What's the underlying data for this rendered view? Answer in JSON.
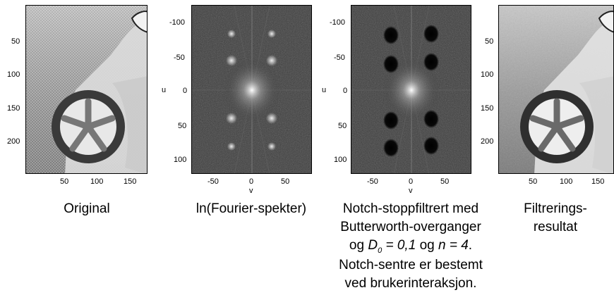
{
  "panels": [
    {
      "caption_lines": [
        "Original"
      ],
      "x_ticks": [
        "50",
        "100",
        "150"
      ],
      "y_ticks": [
        "50",
        "100",
        "150",
        "200"
      ]
    },
    {
      "caption_lines": [
        "ln(Fourier-spekter)"
      ],
      "x_ticks": [
        "-50",
        "0",
        "50"
      ],
      "y_ticks": [
        "-100",
        "-50",
        "0",
        "50",
        "100"
      ],
      "xlabel": "v",
      "ylabel": "u"
    },
    {
      "caption_line1": "Notch-stoppfiltrert med",
      "caption_line2": "Butterworth-overganger",
      "caption_line3_og1": "og",
      "caption_line3_D": "D",
      "caption_line3_sub": "0",
      "caption_line3_eq": "= 0,1",
      "caption_line3_og2": "og",
      "caption_line3_n": "n = 4",
      "caption_line3_dot": ".",
      "caption_line4": "Notch-sentre er bestemt",
      "caption_line5": "ved brukerinteraksjon.",
      "x_ticks": [
        "-50",
        "0",
        "50"
      ],
      "y_ticks": [
        "-100",
        "-50",
        "0",
        "50",
        "100"
      ],
      "xlabel": "v",
      "ylabel": "u"
    },
    {
      "caption_lines": [
        "Filtrerings-",
        "resultat"
      ],
      "x_ticks": [
        "50",
        "100",
        "150"
      ],
      "y_ticks": [
        "50",
        "100",
        "150",
        "200"
      ]
    }
  ]
}
